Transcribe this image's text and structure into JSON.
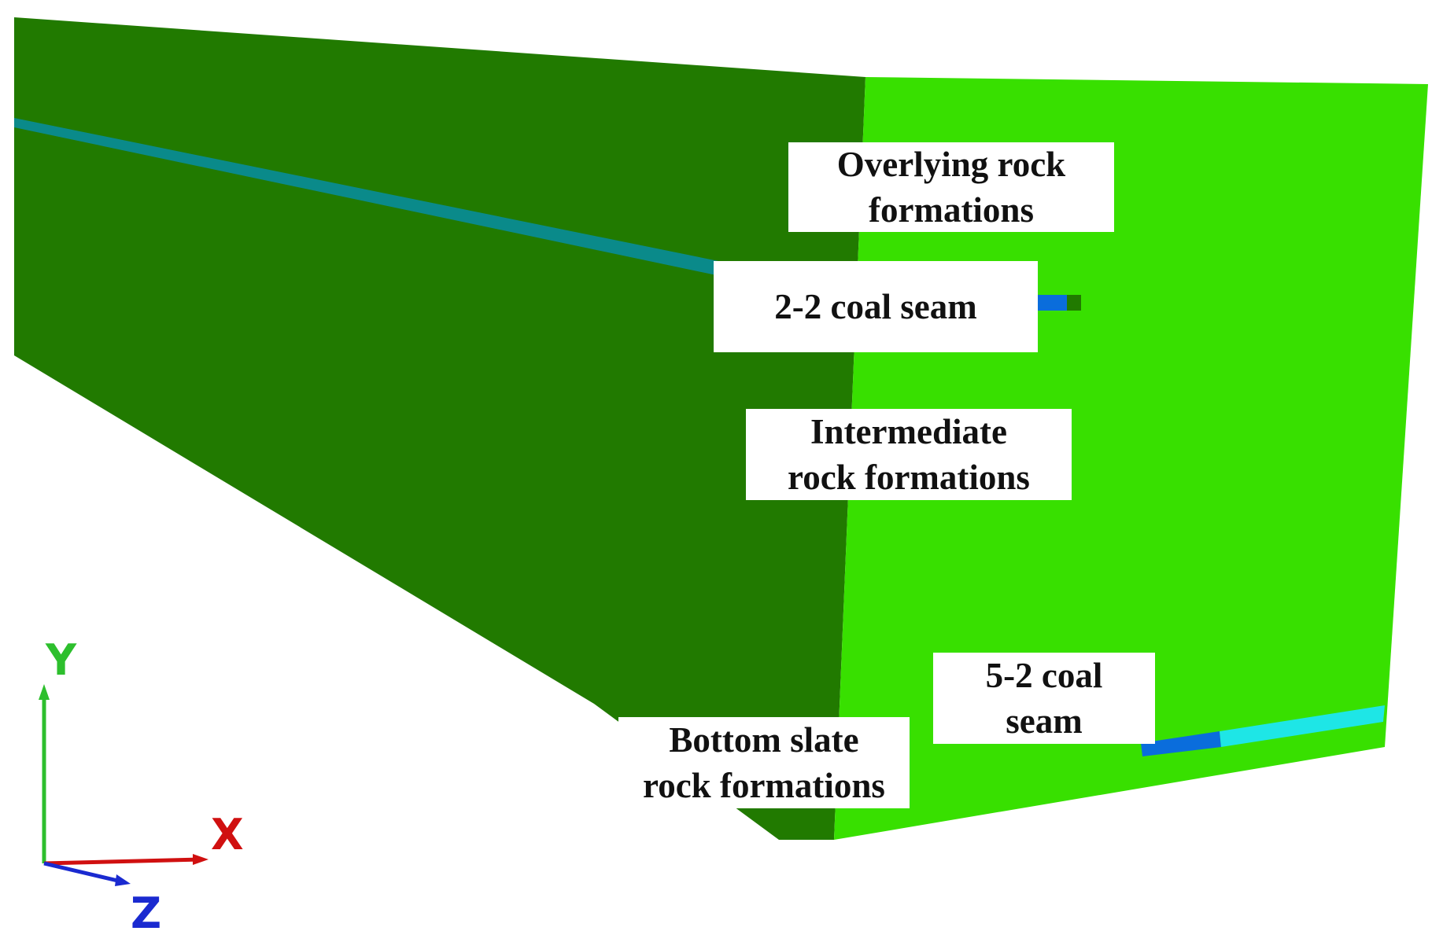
{
  "colors": {
    "left_face": "#217a00",
    "right_face": "#38e000",
    "coal_seam_2_2": "#0a8a8a",
    "coal_seam_blue": "#0a6ddc",
    "coal_seam_5_2": "#1ee6e6",
    "axis_y": "#2dbf2d",
    "axis_x": "#d01010",
    "axis_z": "#1a2ad0"
  },
  "labels": {
    "overlying": [
      "Overlying rock",
      "formations"
    ],
    "coal_2_2": [
      "2-2 coal seam"
    ],
    "intermediate": [
      "Intermediate",
      "rock formations"
    ],
    "coal_5_2": [
      "5-2 coal",
      "seam"
    ],
    "bottom": [
      "Bottom slate",
      "rock formations"
    ]
  },
  "axes": {
    "y": "Y",
    "x": "X",
    "z": "Z"
  }
}
